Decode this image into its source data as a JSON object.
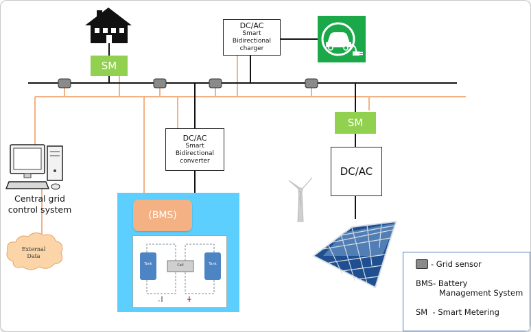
{
  "dcac_charger": {
    "line1": "DC/AC",
    "line2": "Smart",
    "line3": "Bidirectional",
    "line4": "charger"
  },
  "dcac_converter": {
    "line1": "DC/AC",
    "line2": "Smart",
    "line3": "Bidirectional",
    "line4": "converter"
  },
  "dcac_solar": {
    "label": "DC/AC"
  },
  "sm_house": {
    "label": "SM"
  },
  "sm_solar": {
    "label": "SM"
  },
  "bms": {
    "label": "(BMS)"
  },
  "control": {
    "line1": "Central grid",
    "line2": "control system"
  },
  "external": {
    "line1": "External",
    "line2": "Data"
  },
  "battery": {
    "tank_left": "Tank",
    "tank_right": "Tank",
    "cell": "Cell",
    "minus": "-",
    "plus": "+"
  },
  "legend": {
    "sensor": "- Grid sensor",
    "bms_line1": "BMS- Battery",
    "bms_line2": "Management System",
    "sm": "SM  - Smart Metering"
  },
  "colors": {
    "sm_green": "#92d050",
    "bms_orange": "#f4b183",
    "battery_blue": "#5ccfff",
    "data_line": "#f4b183",
    "ev_green": "#1aa848"
  }
}
